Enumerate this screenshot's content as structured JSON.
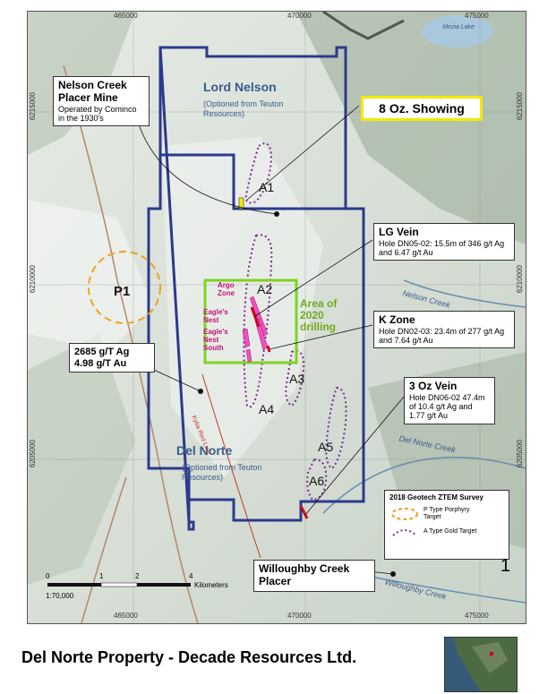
{
  "map": {
    "x_ticks": [
      "465000",
      "470000",
      "475000"
    ],
    "y_ticks": [
      "6215000",
      "6210000",
      "6205000"
    ],
    "lakes": {
      "mezia": "Mezia Lake"
    },
    "claims": {
      "lord_nelson": {
        "name": "Lord Nelson",
        "note": "(Optioned from Teuton Resources)"
      },
      "del_norte": {
        "name": "Del Norte",
        "note": "(Optioned from Teuton Resources)"
      }
    },
    "targets": [
      "A1",
      "A2",
      "A3",
      "A4",
      "A5",
      "A6",
      "P1"
    ],
    "drill_area_label": "Area of 2020 drilling",
    "zones": {
      "argo": "Argo Zone",
      "eagles_nest": "Eagle's Nest",
      "eagles_nest_south": "Eagle's Nest South"
    },
    "creeks": {
      "nelson": "Nelson Creek",
      "del_norte": "Del Norte Creek",
      "willoughby": "Willoughby Creek"
    },
    "red_line_label": "Kyba Red Line"
  },
  "callouts": {
    "nelson_creek": {
      "title": "Nelson Creek Placer Mine",
      "text": "Operated by Cominco in the 1930's"
    },
    "oz_showing": {
      "title": "8 Oz. Showing"
    },
    "lg_vein": {
      "title": "LG Vein",
      "text": "Hole DN05-02: 15.5m of 346 g/t Ag and 6.47 g/t Au"
    },
    "k_zone": {
      "title": "K Zone",
      "text": "Hole DN02-03: 23.4m of 277 g/t Ag and 7.64 g/t Au"
    },
    "grab_sample": {
      "line1": "2685 g/T Ag",
      "line2": "4.98 g/T Au"
    },
    "three_oz": {
      "title": "3 Oz Vein",
      "text": "Hole DN06-02 47.4m of 10.4 g/t Ag and 1.77 g/t Au"
    },
    "willoughby": {
      "title": "Willoughby Creek Placer"
    }
  },
  "legend": {
    "title": "2018 Geotech ZTEM Survey",
    "p_type": "P Type Porphyry Target",
    "a_type": "A Type Gold Target",
    "map_number": "1"
  },
  "scale": {
    "ticks": [
      "0",
      "1",
      "2",
      "4"
    ],
    "unit": "Kilometers",
    "ratio": "1:70,000"
  },
  "footer": {
    "title": "Del Norte Property - Decade Resources Ltd."
  },
  "colors": {
    "claim": "#2b3a8c",
    "target": "#7b2c8f",
    "porphyry": "#f0a020",
    "drill_area": "#7ed321",
    "highlight": "#f5e800",
    "red_line": "#c0392b"
  }
}
